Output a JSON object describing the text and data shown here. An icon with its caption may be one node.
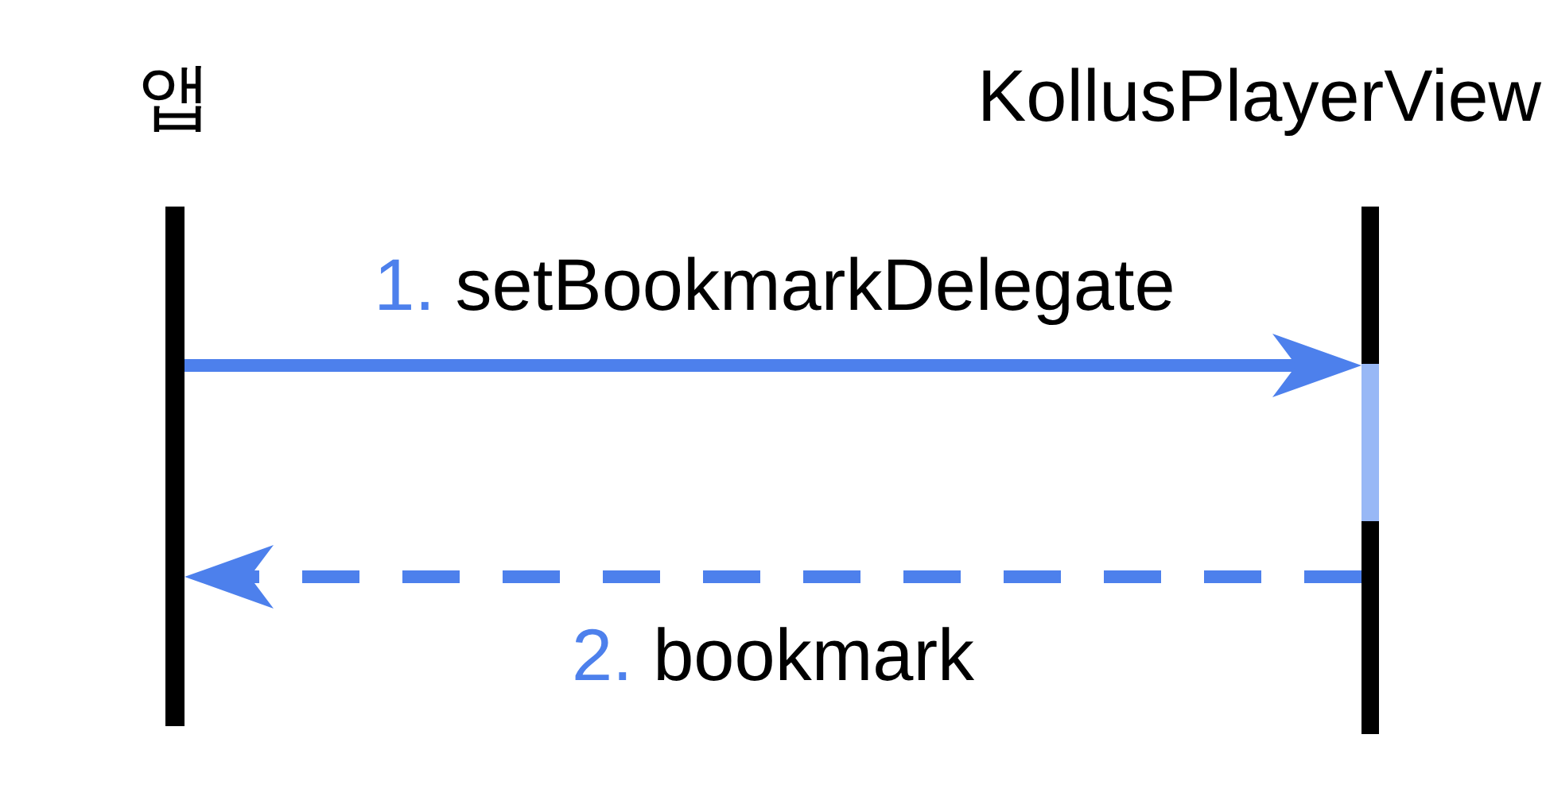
{
  "diagram": {
    "nodes": [
      {
        "text": [
          "앱"
        ]
      },
      {
        "text": [
          "KollusPlayerView"
        ]
      },
      {
        "text": [],
        "shape": "bar",
        "in": 1
      }
    ],
    "edges": [
      {
        "from": 0,
        "to": 2,
        "arrow": "to",
        "label": "1. setBookmarkDelegate"
      },
      {
        "from": 1,
        "to": 0,
        "arrow": "to",
        "label": "2. bookmark",
        "style": "dashed"
      }
    ]
  }
}
